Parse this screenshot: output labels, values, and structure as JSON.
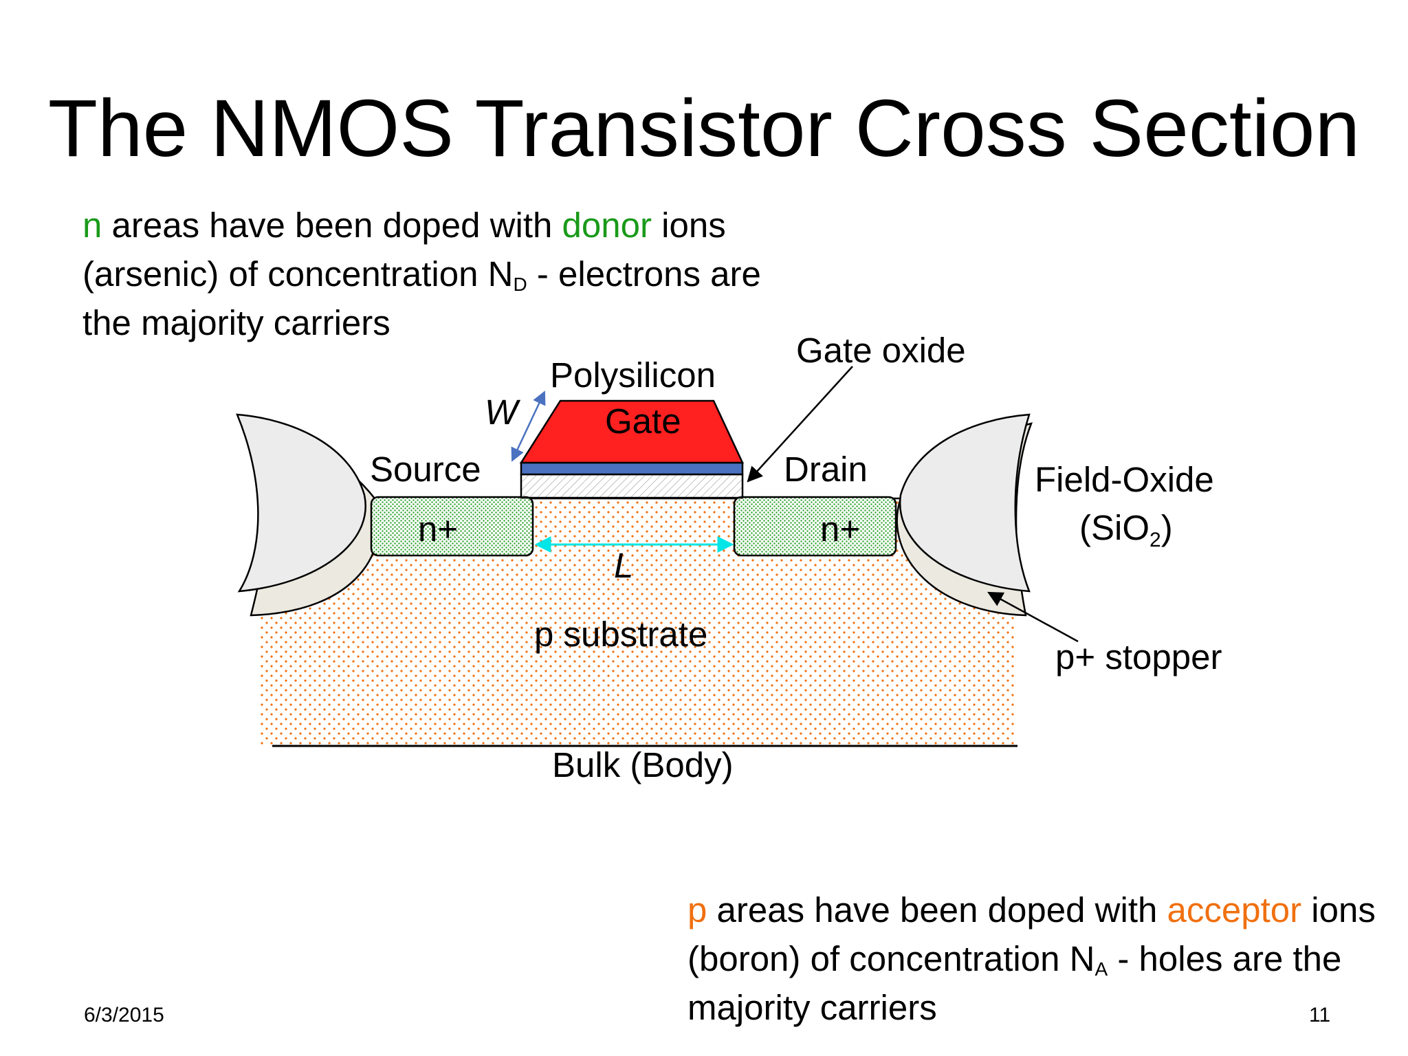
{
  "title": "The NMOS Transistor Cross Section",
  "n_paragraph": {
    "n_letter": "n",
    "seg1": " areas have been doped with ",
    "donor": "donor",
    "seg2": " ions",
    "line2_pre": "(arsenic) of concentration N",
    "line2_sub": "D",
    "line2_post": " - electrons are",
    "line3": " the majority carriers"
  },
  "p_paragraph": {
    "p_letter": "p",
    "seg1": " areas have been doped with ",
    "acceptor": "acceptor",
    "seg2": " ions",
    "line2_pre": " (boron) of concentration N",
    "line2_sub": "A",
    "line2_post": " - holes are the",
    "line3": "majority carriers"
  },
  "labels": {
    "polysilicon": "Polysilicon",
    "gate": "Gate",
    "gate_oxide": "Gate oxide",
    "source": "Source",
    "drain": "Drain",
    "n_plus": "n+",
    "field_oxide": "Field-Oxide",
    "sio2_pre": "(SiO",
    "sio2_sub": "2",
    "sio2_post": ")",
    "w": "W",
    "l": "L",
    "p_substrate": "p substrate",
    "p_stopper": "p+ stopper",
    "bulk": "Bulk (Body)"
  },
  "colors": {
    "gate": "#ff2020",
    "gate_oxide_blue": "#4a72c0",
    "n_dots": "#2aa02a",
    "p_dots": "#f07010",
    "w_text": "#c0504d",
    "w_arrow": "#4a72c0",
    "l_arrow": "#00e5e5",
    "l_text": "#40e0d0",
    "field_oxide": "#ececec",
    "p_stopper": "#eceae0"
  },
  "footer": {
    "date": "6/3/2015",
    "page": "11"
  }
}
